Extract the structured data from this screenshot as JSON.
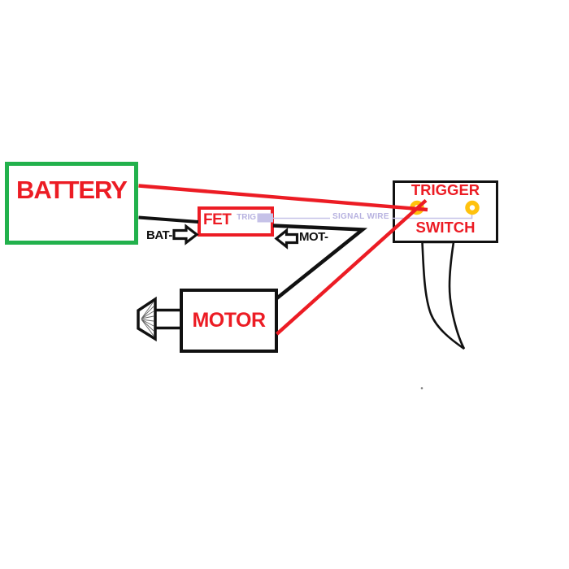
{
  "components": {
    "battery": {
      "label": "BATTERY"
    },
    "fet": {
      "label": "FET",
      "trig_label": "TRIG"
    },
    "motor": {
      "label": "MOTOR"
    },
    "trigger_switch": {
      "label_line1": "TRIGGER",
      "label_line2": "SWITCH"
    }
  },
  "wire_labels": {
    "battery_negative": "BAT-",
    "motor_negative": "MOT-",
    "signal_wire": "SIGNAL WIRE"
  },
  "colors": {
    "positive_wire_red": "#EC1C24",
    "negative_wire_black": "#111111",
    "signal_wire_lavender": "#C6C2E8",
    "signal_text_lavender": "#B7B2E0",
    "terminal_yellow": "#FFC20E",
    "battery_border_green": "#22B14C",
    "component_label_red": "#EC1C24"
  }
}
